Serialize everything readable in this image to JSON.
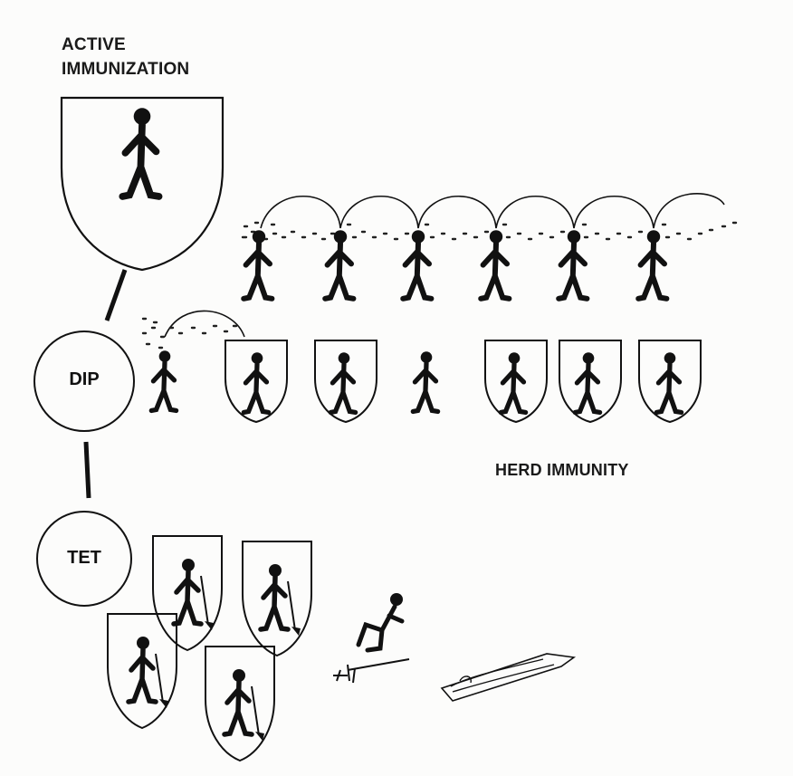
{
  "title": {
    "line1": "ACTIVE",
    "line2": "IMMUNIZATION"
  },
  "dip": {
    "label": "DIP"
  },
  "tet": {
    "label": "TET"
  },
  "herd": {
    "label": "HERD IMMUNITY"
  },
  "colors": {
    "ink": "#111111",
    "background": "#fcfcfb"
  },
  "icons": [
    "shield-icon",
    "person-icon",
    "germ-spray-icon",
    "person-with-pitchfork-icon",
    "lying-person-icon"
  ]
}
